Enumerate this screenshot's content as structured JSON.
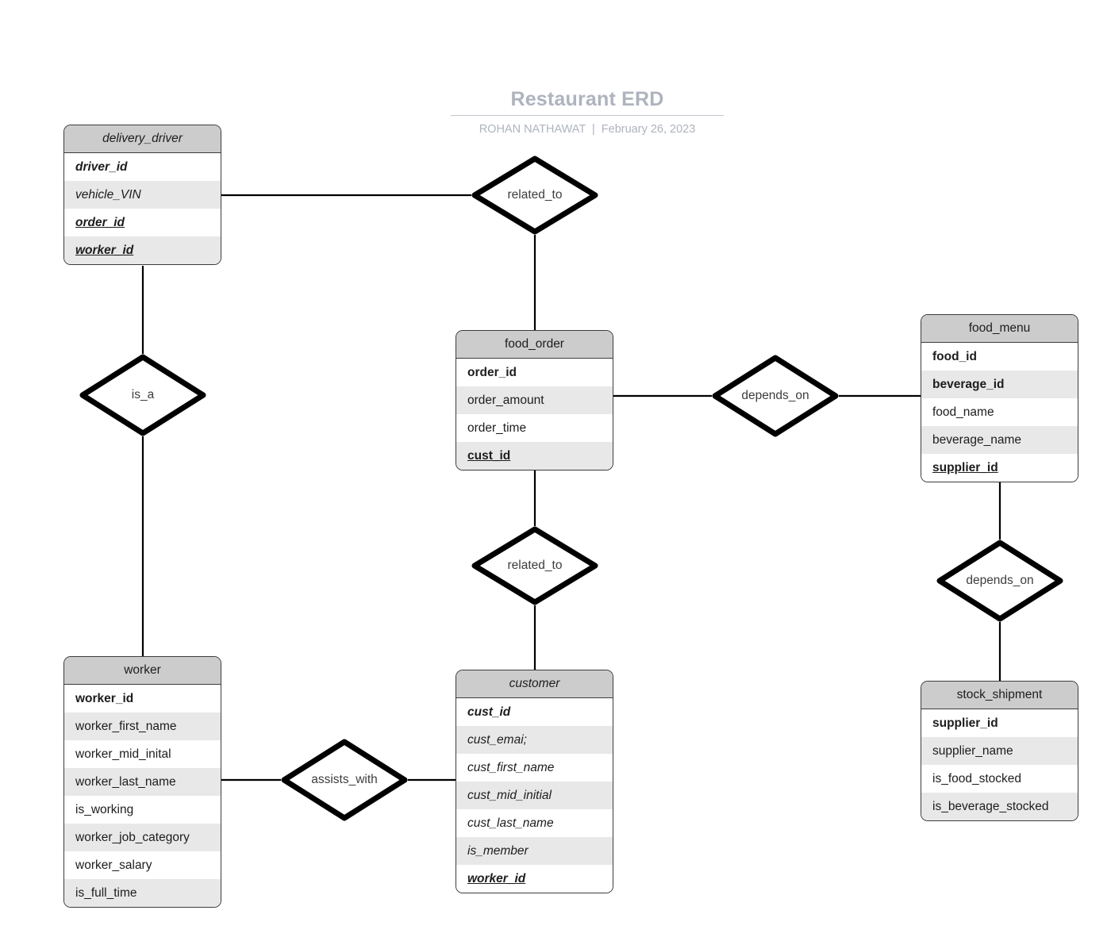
{
  "document": {
    "title": "Restaurant ERD",
    "author": "ROHAN NATHAWAT",
    "separator": "|",
    "date": "February 26, 2023"
  },
  "colors": {
    "title": "#aeb3be",
    "entity_header_fill": "#cccccc",
    "entity_row_alt_fill": "#e8e8e8",
    "entity_border": "#3c3c3c",
    "diamond_border": "#000000",
    "connector": "#000000",
    "canvas": "#ffffff"
  },
  "diagram": {
    "type": "entity-relationship-diagram",
    "entities": [
      {
        "id": "delivery_driver",
        "name": "delivery_driver",
        "italic": true,
        "attributes": [
          {
            "name": "driver_id",
            "key": "pk"
          },
          {
            "name": "vehicle_VIN",
            "key": "none"
          },
          {
            "name": "order_id",
            "key": "fk"
          },
          {
            "name": "worker_id",
            "key": "fk"
          }
        ]
      },
      {
        "id": "food_order",
        "name": "food_order",
        "italic": false,
        "attributes": [
          {
            "name": "order_id",
            "key": "pk"
          },
          {
            "name": "order_amount",
            "key": "none"
          },
          {
            "name": "order_time",
            "key": "none"
          },
          {
            "name": "cust_id",
            "key": "fk"
          }
        ]
      },
      {
        "id": "food_menu",
        "name": "food_menu",
        "italic": false,
        "attributes": [
          {
            "name": "food_id",
            "key": "pk"
          },
          {
            "name": "beverage_id",
            "key": "pk"
          },
          {
            "name": "food_name",
            "key": "none"
          },
          {
            "name": "beverage_name",
            "key": "none"
          },
          {
            "name": "supplier_id",
            "key": "fk"
          }
        ]
      },
      {
        "id": "worker",
        "name": "worker",
        "italic": false,
        "attributes": [
          {
            "name": "worker_id",
            "key": "pk"
          },
          {
            "name": "worker_first_name",
            "key": "none"
          },
          {
            "name": "worker_mid_inital",
            "key": "none"
          },
          {
            "name": "worker_last_name",
            "key": "none"
          },
          {
            "name": "is_working",
            "key": "none"
          },
          {
            "name": "worker_job_category",
            "key": "none"
          },
          {
            "name": "worker_salary",
            "key": "none"
          },
          {
            "name": "is_full_time",
            "key": "none"
          }
        ]
      },
      {
        "id": "customer",
        "name": "customer",
        "italic": true,
        "attributes": [
          {
            "name": "cust_id",
            "key": "pk"
          },
          {
            "name": "cust_emai;",
            "key": "none"
          },
          {
            "name": "cust_first_name",
            "key": "none"
          },
          {
            "name": "cust_mid_initial",
            "key": "none"
          },
          {
            "name": "cust_last_name",
            "key": "none"
          },
          {
            "name": "is_member",
            "key": "none"
          },
          {
            "name": "worker_id",
            "key": "fk"
          }
        ]
      },
      {
        "id": "stock_shipment",
        "name": "stock_shipment",
        "italic": false,
        "attributes": [
          {
            "name": "supplier_id",
            "key": "pk"
          },
          {
            "name": "supplier_name",
            "key": "none"
          },
          {
            "name": "is_food_stocked",
            "key": "none"
          },
          {
            "name": "is_beverage_stocked",
            "key": "none"
          }
        ]
      }
    ],
    "relationships": [
      {
        "id": "related_to_driver_order",
        "label": "related_to",
        "from": "delivery_driver",
        "to": "food_order"
      },
      {
        "id": "is_a",
        "label": "is_a",
        "from": "delivery_driver",
        "to": "worker"
      },
      {
        "id": "depends_on_order_menu",
        "label": "depends_on",
        "from": "food_order",
        "to": "food_menu"
      },
      {
        "id": "related_to_order_cust",
        "label": "related_to",
        "from": "food_order",
        "to": "customer"
      },
      {
        "id": "depends_on_menu_stock",
        "label": "depends_on",
        "from": "food_menu",
        "to": "stock_shipment"
      },
      {
        "id": "assists_with",
        "label": "assists_with",
        "from": "worker",
        "to": "customer"
      }
    ]
  }
}
